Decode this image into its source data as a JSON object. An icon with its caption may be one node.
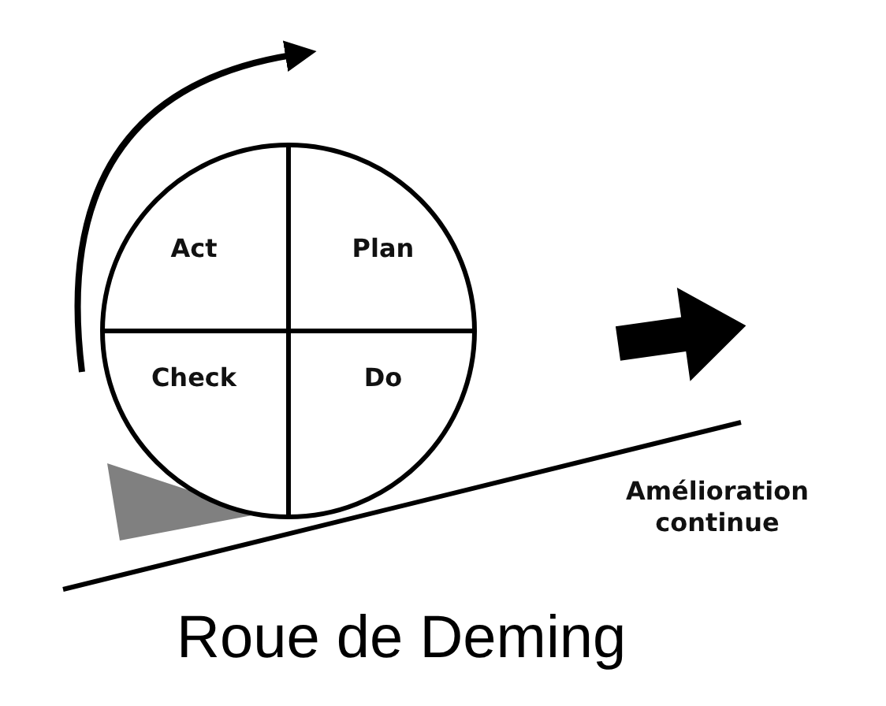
{
  "diagram": {
    "title": "Roue de Deming",
    "nodes": [
      {
        "text": [],
        "shape": "circle"
      },
      {
        "text": [
          "Act"
        ],
        "in": 0
      },
      {
        "text": [
          "Plan"
        ],
        "in": 0
      },
      {
        "text": [
          "Check"
        ],
        "in": 0
      },
      {
        "text": [
          "Do"
        ],
        "in": 0
      }
    ],
    "labels": [
      "Amélioration continue"
    ]
  }
}
